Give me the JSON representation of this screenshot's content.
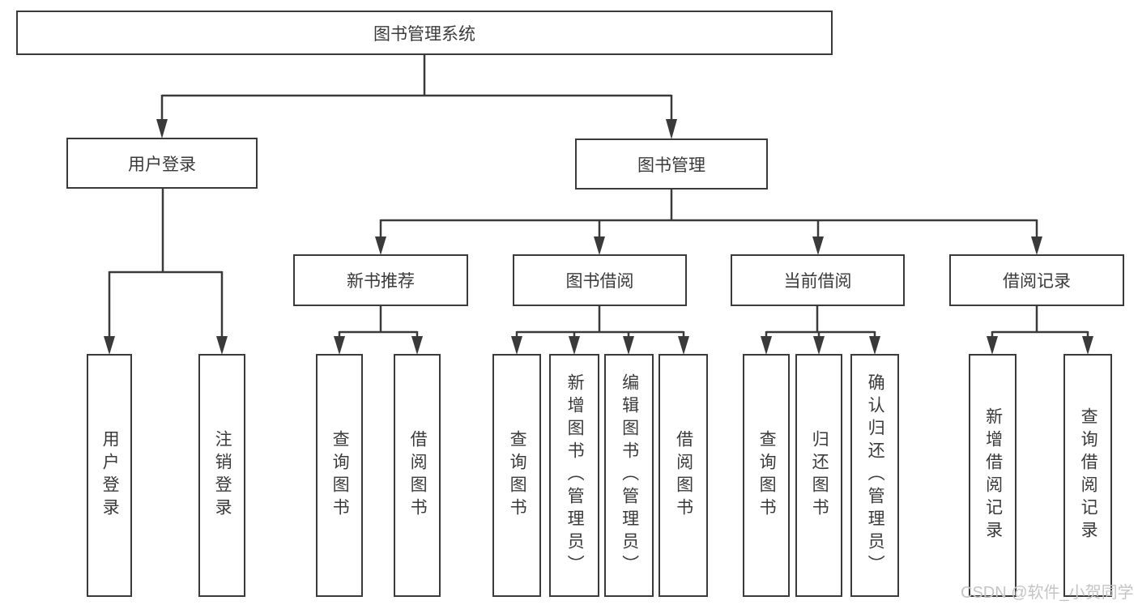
{
  "diagram": {
    "type": "hierarchy",
    "colors": {
      "line": "#3a3a3a",
      "text": "#3a3a3a",
      "background": "#ffffff",
      "watermark": "#c4c4c4"
    },
    "watermark": "CSDN @软件_小贺同学",
    "nodes": {
      "root": "图书管理系统",
      "user_login": "用户登录",
      "book_mgmt": "图书管理",
      "new_book_rec": "新书推荐",
      "book_borrow": "图书借阅",
      "current_borrow": "当前借阅",
      "borrow_records": "借阅记录",
      "g1_1": "用户登录",
      "g1_2": "注销登录",
      "g2_1": "查询图书",
      "g2_2": "借阅图书",
      "g3_1": "查询图书",
      "g3_2": "新增图书（管理员）",
      "g3_3": "编辑图书（管理员）",
      "g3_4": "借阅图书",
      "g4_1": "查询图书",
      "g4_2": "归还图书",
      "g4_3": "确认归还（管理员）",
      "g5_1": "新增借阅记录",
      "g5_2": "查询借阅记录"
    },
    "hierarchy": {
      "图书管理系统": {
        "用户登录": [
          "用户登录",
          "注销登录"
        ],
        "图书管理": {
          "新书推荐": [
            "查询图书",
            "借阅图书"
          ],
          "图书借阅": [
            "查询图书",
            "新增图书（管理员）",
            "编辑图书（管理员）",
            "借阅图书"
          ],
          "当前借阅": [
            "查询图书",
            "归还图书",
            "确认归还（管理员）"
          ],
          "借阅记录": [
            "新增借阅记录",
            "查询借阅记录"
          ]
        }
      }
    }
  }
}
